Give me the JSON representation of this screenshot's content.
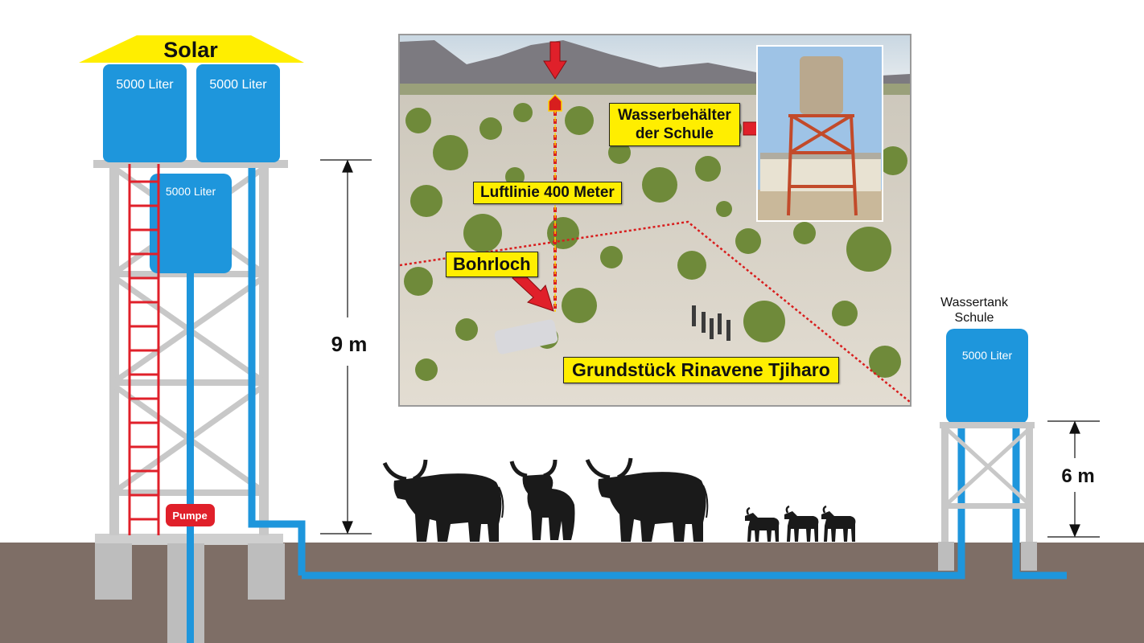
{
  "tower": {
    "roof_label": "Solar",
    "tank_left_label": "5000 Liter",
    "tank_right_label": "5000 Liter",
    "tank_middle_label": "5000 Liter",
    "pump_label": "Pumpe",
    "height_label": "9 m"
  },
  "school_tank": {
    "title_line1": "Wassertank",
    "title_line2": "Schule",
    "tank_label": "5000 Liter",
    "height_label": "6 m"
  },
  "photo": {
    "luftlinie_label": "Luftlinie 400 Meter",
    "bohrloch_label": "Bohrloch",
    "grundstueck_label": "Grundstück Rinavene Tjiharo",
    "wasserbehaelter_line1": "Wasserbehälter",
    "wasserbehaelter_line2": "der Schule"
  },
  "colors": {
    "water_blue": "#1e96dc",
    "pipe_blue": "#1e96dc",
    "roof_yellow": "#ffee00",
    "ground_brown": "#7e6e66",
    "steel_grey": "#c8c8c8",
    "ladder_red": "#e0202a",
    "pump_red": "#e0202a",
    "animal_silhouette": "#1a1a1a"
  },
  "icons": {
    "cattle": "bull-silhouette-icon",
    "goats": "goat-silhouette-icon",
    "arrows": "red-arrow-icon"
  }
}
